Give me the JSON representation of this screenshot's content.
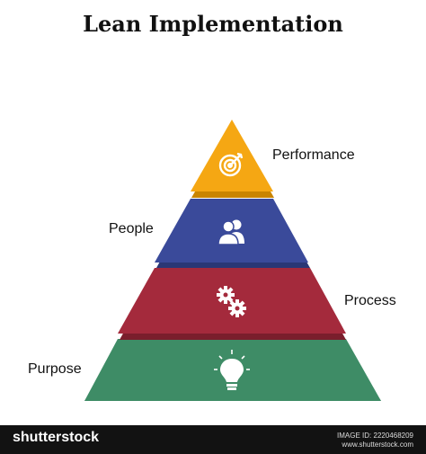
{
  "title": "Lean Implementation",
  "levels": [
    {
      "label": "Performance",
      "color": "#F5A713",
      "icon": "target-icon"
    },
    {
      "label": "People",
      "color": "#3A4A9A",
      "icon": "people-icon"
    },
    {
      "label": "Process",
      "color": "#A42A3C",
      "icon": "gears-icon"
    },
    {
      "label": "Purpose",
      "color": "#3E8C66",
      "icon": "lightbulb-icon"
    }
  ],
  "footer": {
    "brand": "shutterstock",
    "image_id": "IMAGE ID: 2220468209",
    "site": "www.shutterstock.com"
  }
}
